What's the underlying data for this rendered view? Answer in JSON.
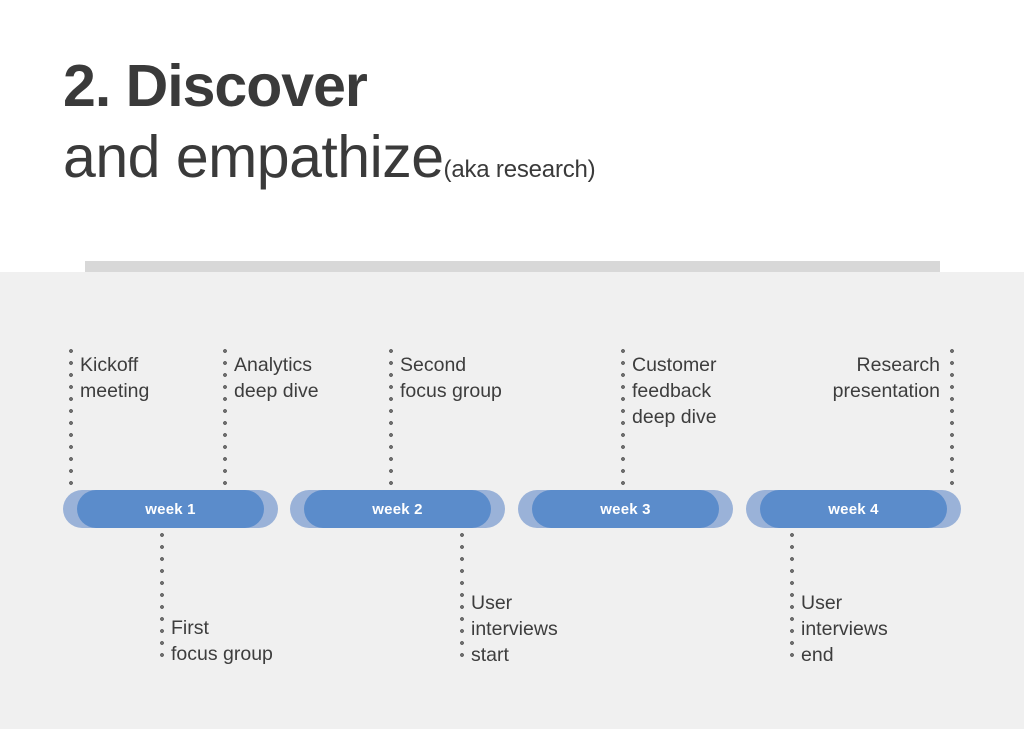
{
  "header": {
    "title_number_line": "2. Discover",
    "title_second_line": "and empathize",
    "title_suffix": "(aka research)"
  },
  "colors": {
    "accent_bar": "#d8d8d8",
    "panel_background": "#f0f0f0",
    "pill_core": "#5b8ccb",
    "pill_shell": "#9ab2d8",
    "pill_text": "#ffffff",
    "dot_line": "#6e6e6e",
    "text": "#3d3d3d",
    "title_text": "#3a3a3a"
  },
  "timeline": {
    "weeks": [
      {
        "label": "week 1"
      },
      {
        "label": "week 2"
      },
      {
        "label": "week 3"
      },
      {
        "label": "week 4"
      }
    ],
    "milestones_above": [
      {
        "text": "Kickoff\nmeeting",
        "line1": "Kickoff",
        "line2": "meeting",
        "line3": ""
      },
      {
        "text": "Analytics\ndeep dive",
        "line1": "Analytics",
        "line2": "deep dive",
        "line3": ""
      },
      {
        "text": "Second\nfocus group",
        "line1": "Second",
        "line2": "focus group",
        "line3": ""
      },
      {
        "text": "Customer\nfeedback\ndeep dive",
        "line1": "Customer",
        "line2": "feedback",
        "line3": "deep dive"
      },
      {
        "text": "Research\npresentation",
        "line1": "Research",
        "line2": "presentation",
        "line3": ""
      }
    ],
    "milestones_below": [
      {
        "text": "First\nfocus group",
        "line1": "First",
        "line2": "focus group",
        "line3": ""
      },
      {
        "text": "User\ninterviews\nstart",
        "line1": "User",
        "line2": "interviews",
        "line3": "start"
      },
      {
        "text": "User\ninterviews\nend",
        "line1": "User",
        "line2": "interviews",
        "line3": "end"
      }
    ]
  }
}
